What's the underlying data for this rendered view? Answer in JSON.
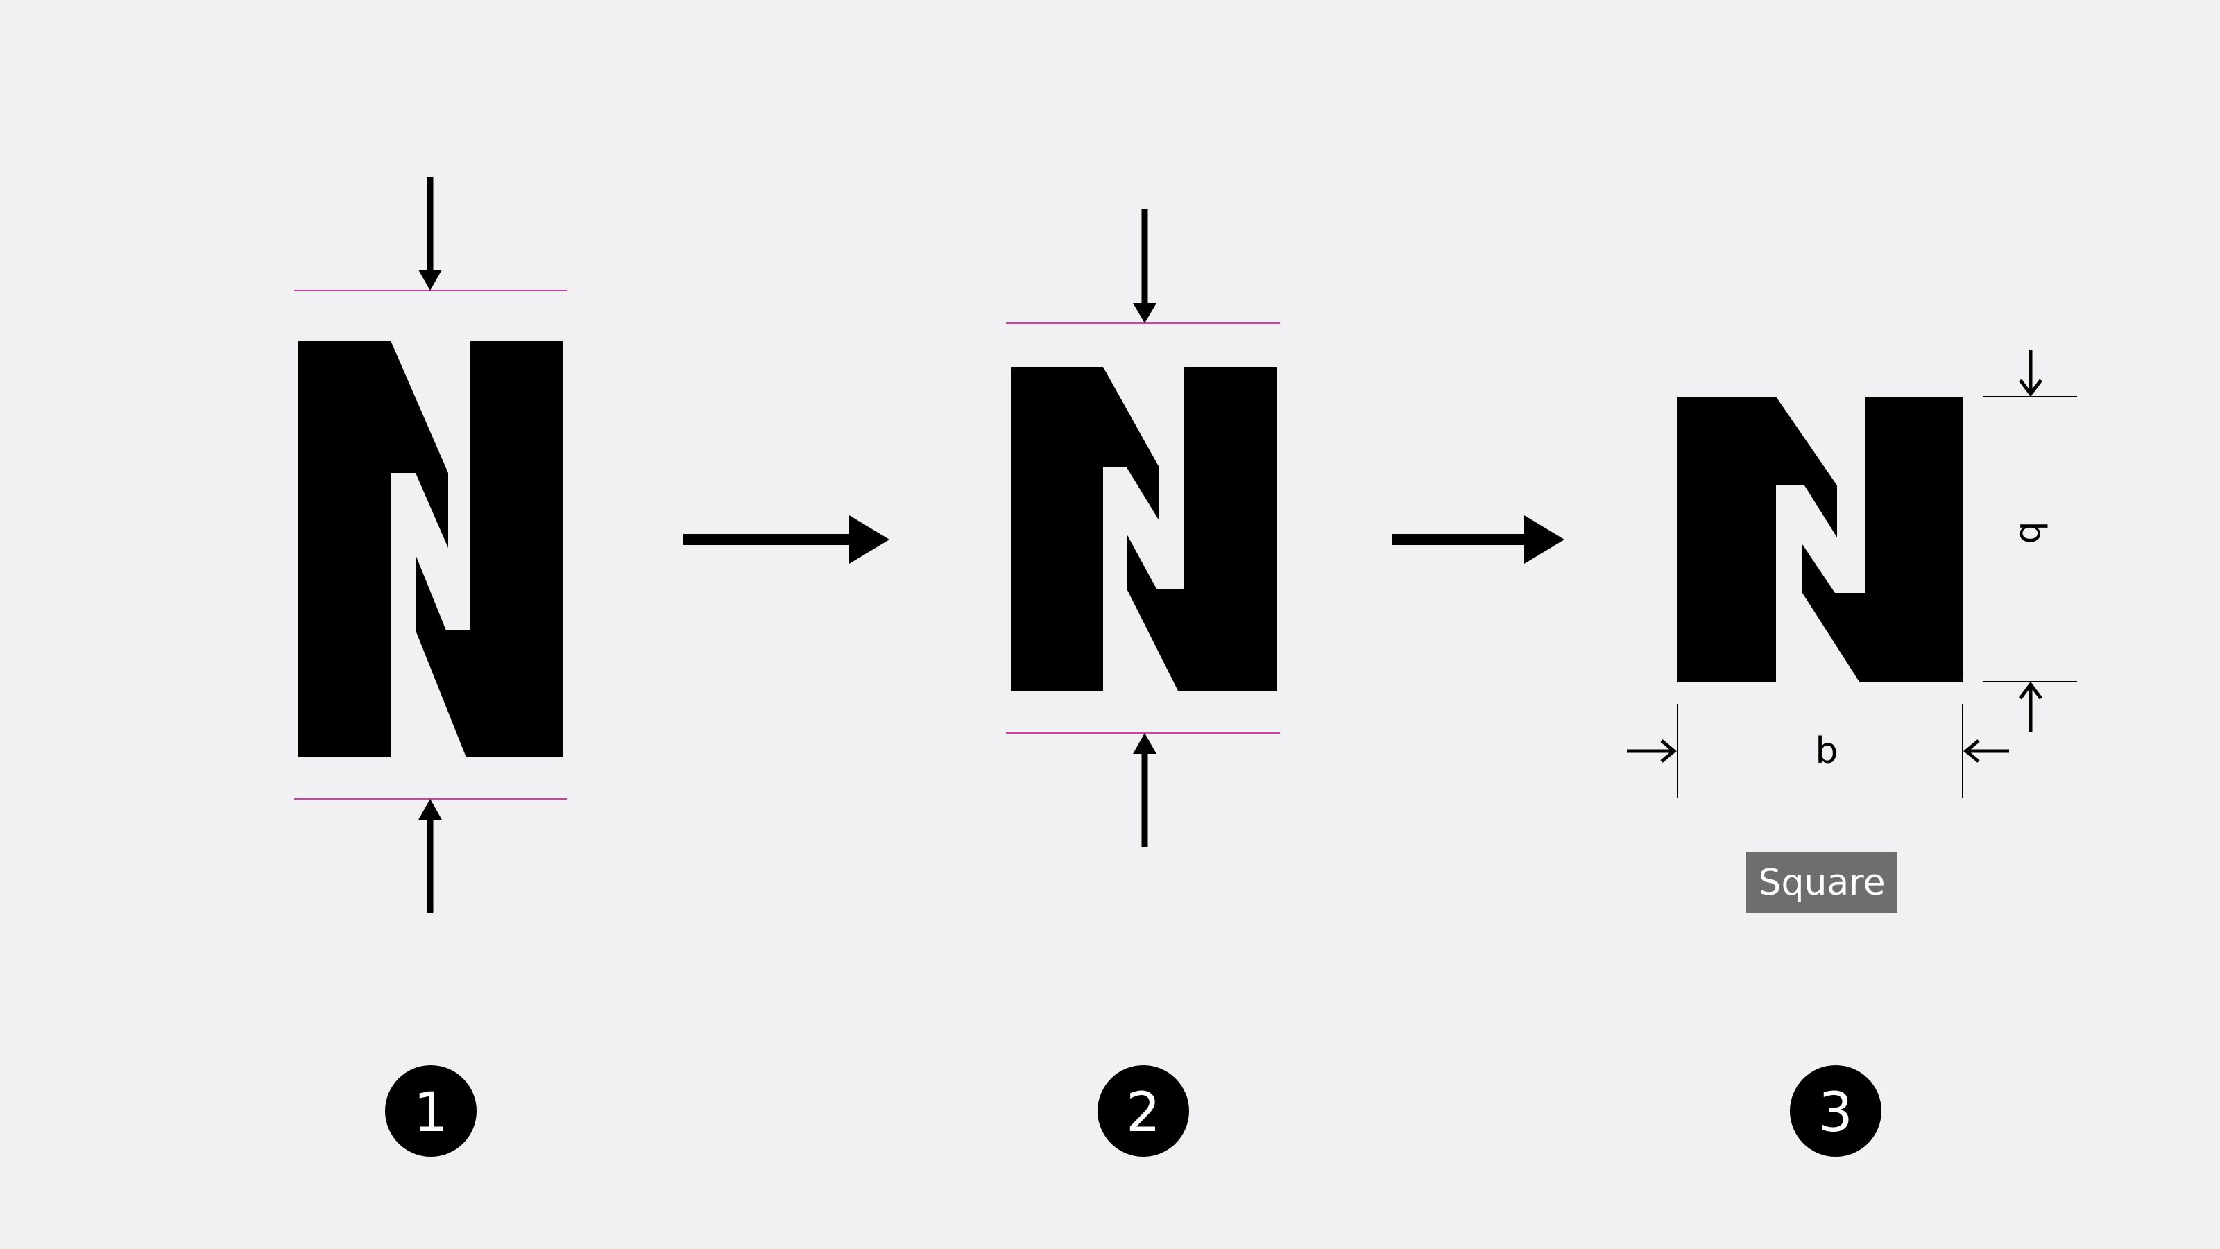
{
  "colors": {
    "background": "#f1f1f3",
    "glyph": "#000000",
    "guide_line": "#d63ca8",
    "dimension_line": "#000000",
    "badge_fill": "#6e6e6e",
    "badge_text": "#ffffff",
    "step_circle": "#000000",
    "step_text": "#ffffff"
  },
  "stages": [
    {
      "step_label": "1"
    },
    {
      "step_label": "2"
    },
    {
      "step_label": "3"
    }
  ],
  "dimensions": {
    "width_label": "b",
    "height_label": "b"
  },
  "badge": {
    "label": "Square"
  },
  "icons": [
    "compress-arrow-icon",
    "right-arrow-icon",
    "dimension-arrow-icon",
    "step-number-icon"
  ]
}
